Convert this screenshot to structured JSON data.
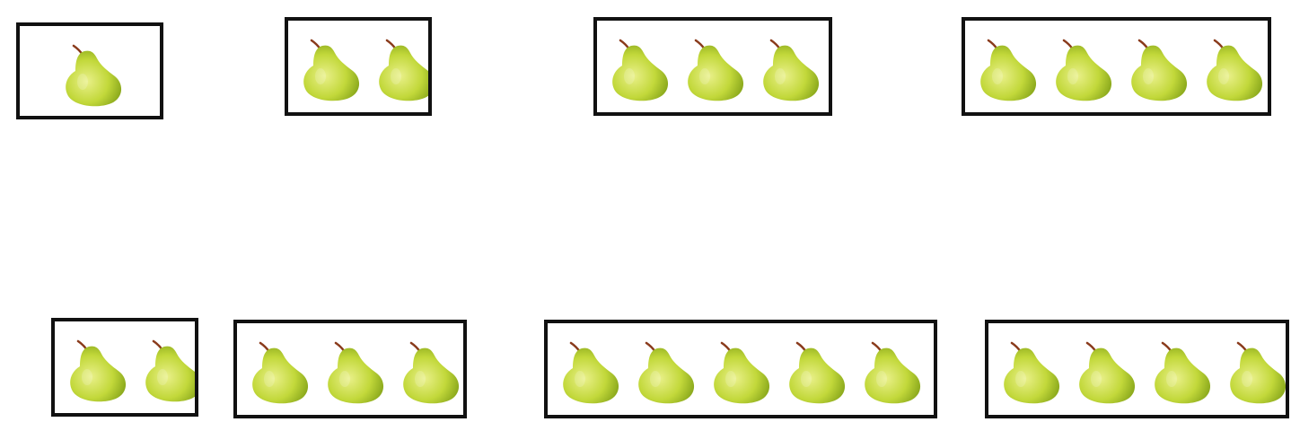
{
  "colors": {
    "border": "#111111",
    "background": "#ffffff",
    "pear_light": "#e9f08a",
    "pear_mid": "#c2d83a",
    "pear_dark": "#8aa81c",
    "stem": "#8a3b1c"
  },
  "icon": "pear-icon",
  "rows": [
    {
      "boxes": [
        {
          "pear_count": 1
        },
        {
          "pear_count": 2
        },
        {
          "pear_count": 3
        },
        {
          "pear_count": 4
        }
      ]
    },
    {
      "boxes": [
        {
          "pear_count": 2
        },
        {
          "pear_count": 3
        },
        {
          "pear_count": 5
        },
        {
          "pear_count": 4
        }
      ]
    }
  ]
}
